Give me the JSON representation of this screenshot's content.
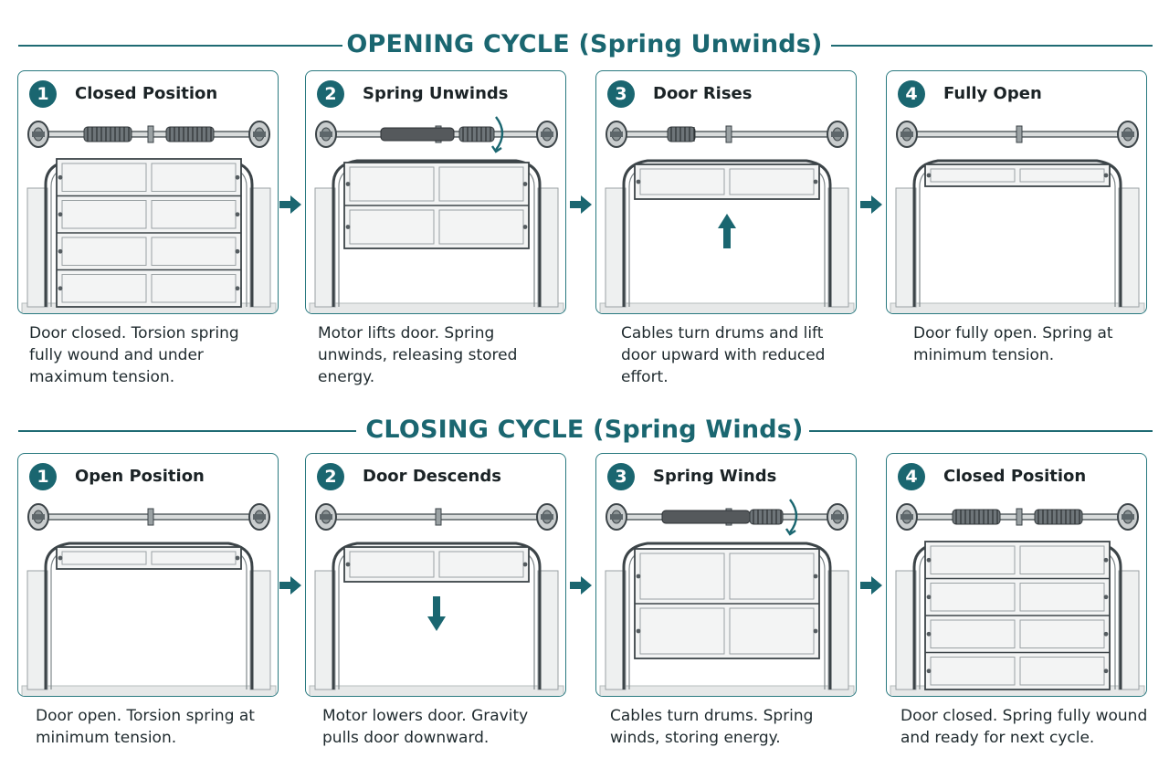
{
  "opening": {
    "title": "OPENING CYCLE (Spring Unwinds)",
    "steps": [
      {
        "num": "1",
        "title": "Closed Position",
        "desc": "Door closed. Torsion spring fully wound and under maximum tension."
      },
      {
        "num": "2",
        "title": "Spring Unwinds",
        "desc": "Motor lifts door. Spring unwinds, releasing stored energy."
      },
      {
        "num": "3",
        "title": "Door Rises",
        "desc": "Cables turn drums and lift door upward with reduced effort."
      },
      {
        "num": "4",
        "title": "Fully Open",
        "desc": "Door fully open. Spring at minimum tension."
      }
    ]
  },
  "closing": {
    "title": "CLOSING CYCLE (Spring Winds)",
    "steps": [
      {
        "num": "1",
        "title": "Open Position",
        "desc": "Door open. Torsion spring at minimum tension."
      },
      {
        "num": "2",
        "title": "Door Descends",
        "desc": "Motor lowers door. Gravity pulls door downward."
      },
      {
        "num": "3",
        "title": "Spring Winds",
        "desc": "Cables turn drums. Spring winds, storing energy."
      },
      {
        "num": "4",
        "title": "Closed Position",
        "desc": "Door closed. Spring fully wound and ready for next cycle."
      }
    ]
  },
  "colors": {
    "accent": "#1a6670",
    "line": "#2a7a80"
  },
  "icons": [
    "step-number-badge",
    "flow-arrow-icon",
    "up-arrow-icon",
    "down-arrow-icon",
    "rotation-arc-icon"
  ]
}
